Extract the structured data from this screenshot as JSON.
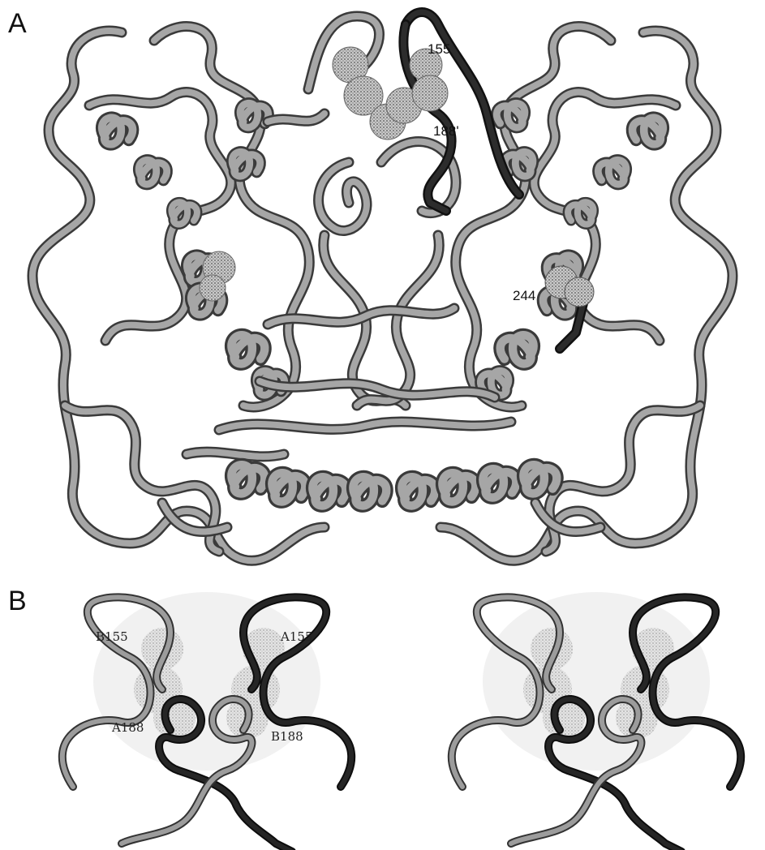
{
  "figure": {
    "panel_a": {
      "label": "A",
      "residue_labels": {
        "r155": "155",
        "r188p": "188'",
        "r244": "244"
      }
    },
    "panel_b": {
      "label": "B",
      "residue_labels": {
        "b155": "B155",
        "a155": "A155",
        "a188": "A188",
        "b188": "B188"
      }
    }
  }
}
